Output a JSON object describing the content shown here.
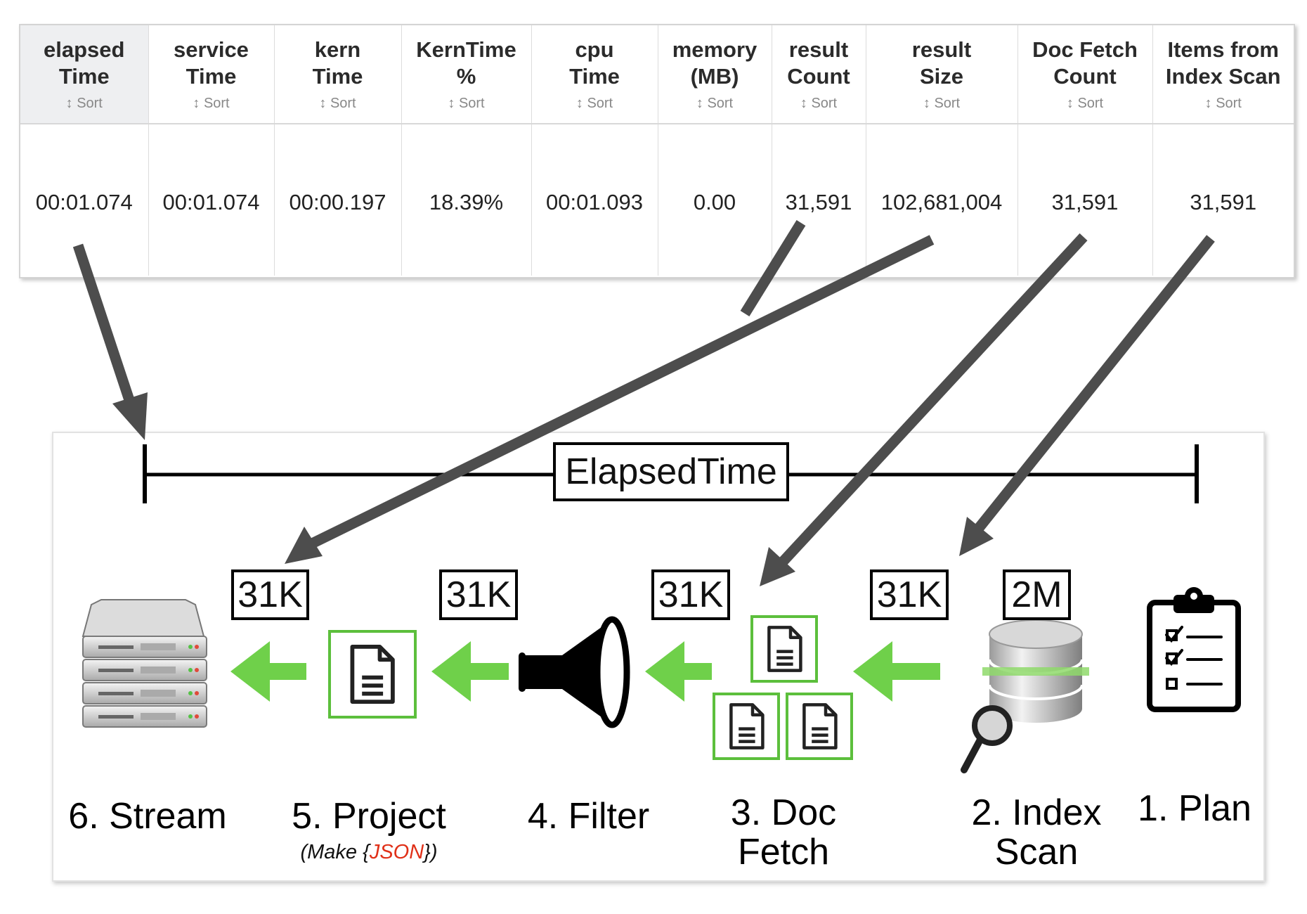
{
  "table": {
    "sort_label": "Sort",
    "columns": [
      {
        "label_lines": [
          "elapsed",
          "Time"
        ],
        "value": "00:01.074"
      },
      {
        "label_lines": [
          "service",
          "Time"
        ],
        "value": "00:01.074"
      },
      {
        "label_lines": [
          "kern",
          "Time"
        ],
        "value": "00:00.197"
      },
      {
        "label_lines": [
          "KernTime",
          "%"
        ],
        "value": "18.39%"
      },
      {
        "label_lines": [
          "cpu",
          "Time"
        ],
        "value": "00:01.093"
      },
      {
        "label_lines": [
          "memory",
          "(MB)"
        ],
        "value": "0.00"
      },
      {
        "label_lines": [
          "result",
          "Count"
        ],
        "value": "31,591"
      },
      {
        "label_lines": [
          "result",
          "Size"
        ],
        "value": "102,681,004"
      },
      {
        "label_lines": [
          "Doc Fetch",
          "Count"
        ],
        "value": "31,591"
      },
      {
        "label_lines": [
          "Items from",
          "Index Scan"
        ],
        "value": "31,591"
      }
    ]
  },
  "diagram": {
    "elapsed_label": "ElapsedTime",
    "counts": {
      "stream": "31K",
      "project": "31K",
      "filter": "31K",
      "doc_fetch": "31K",
      "index_scan": "2M"
    },
    "stages": {
      "stream": "6. Stream",
      "project": "5. Project",
      "project_subtitle_prefix": "(Make {",
      "project_subtitle_json": "JSON",
      "project_subtitle_suffix": "})",
      "filter": "4. Filter",
      "doc_fetch_line1": "3. Doc",
      "doc_fetch_line2": "Fetch",
      "index_scan_line1": "2. Index",
      "index_scan_line2": "Scan",
      "plan": "1. Plan"
    },
    "colors": {
      "flow_arrow": "#6fd04a",
      "doc_border": "#5cbf3c",
      "pointer_arrow": "#4d4d4d",
      "json_text": "#e03018"
    }
  }
}
